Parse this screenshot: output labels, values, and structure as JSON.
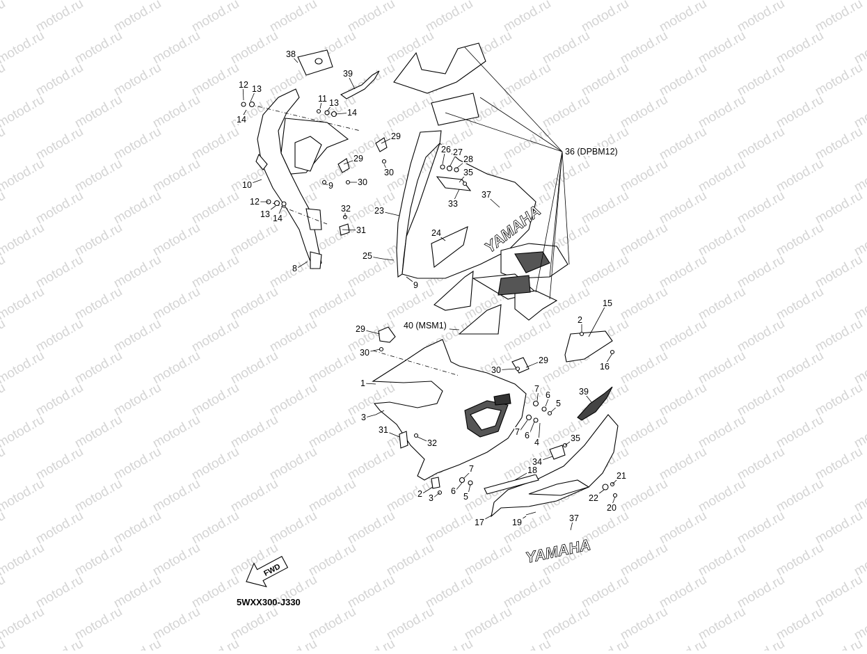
{
  "watermark": {
    "text": "motod.ru"
  },
  "diagram_code": "5WXX300-J330",
  "fwd_label": "FWD",
  "decal_text_upper": "YAMAHA",
  "decal_text_lower": "YAMAHA",
  "callouts": [
    {
      "id": "c38",
      "text": "38"
    },
    {
      "id": "c39a",
      "text": "39"
    },
    {
      "id": "c12a",
      "text": "12"
    },
    {
      "id": "c13a",
      "text": "13"
    },
    {
      "id": "c11",
      "text": "11"
    },
    {
      "id": "c13b",
      "text": "13"
    },
    {
      "id": "c14a",
      "text": "14"
    },
    {
      "id": "c14b",
      "text": "14"
    },
    {
      "id": "c29a",
      "text": "29"
    },
    {
      "id": "c29b",
      "text": "29"
    },
    {
      "id": "c30a",
      "text": "30"
    },
    {
      "id": "c30b",
      "text": "30"
    },
    {
      "id": "c9a",
      "text": "9"
    },
    {
      "id": "c10",
      "text": "10"
    },
    {
      "id": "c12b",
      "text": "12"
    },
    {
      "id": "c13c",
      "text": "13"
    },
    {
      "id": "c14c",
      "text": "14"
    },
    {
      "id": "c32a",
      "text": "32"
    },
    {
      "id": "c31a",
      "text": "31"
    },
    {
      "id": "c8",
      "text": "8"
    },
    {
      "id": "c26",
      "text": "26"
    },
    {
      "id": "c27",
      "text": "27"
    },
    {
      "id": "c28",
      "text": "28"
    },
    {
      "id": "c35a",
      "text": "35"
    },
    {
      "id": "c33",
      "text": "33"
    },
    {
      "id": "c37a",
      "text": "37"
    },
    {
      "id": "c36",
      "text": "36 (DPBM12)"
    },
    {
      "id": "c23",
      "text": "23"
    },
    {
      "id": "c24",
      "text": "24"
    },
    {
      "id": "c25",
      "text": "25"
    },
    {
      "id": "c9b",
      "text": "9"
    },
    {
      "id": "c29c",
      "text": "29"
    },
    {
      "id": "c40",
      "text": "40 (MSM1)"
    },
    {
      "id": "c30c",
      "text": "30"
    },
    {
      "id": "c2a",
      "text": "2"
    },
    {
      "id": "c15",
      "text": "15"
    },
    {
      "id": "c16",
      "text": "16"
    },
    {
      "id": "c30d",
      "text": "30"
    },
    {
      "id": "c29d",
      "text": "29"
    },
    {
      "id": "c1",
      "text": "1"
    },
    {
      "id": "c7a",
      "text": "7"
    },
    {
      "id": "c6a",
      "text": "6"
    },
    {
      "id": "c5a",
      "text": "5"
    },
    {
      "id": "c39b",
      "text": "39"
    },
    {
      "id": "c3a",
      "text": "3"
    },
    {
      "id": "c7b",
      "text": "7"
    },
    {
      "id": "c6b",
      "text": "6"
    },
    {
      "id": "c4",
      "text": "4"
    },
    {
      "id": "c31b",
      "text": "31"
    },
    {
      "id": "c32b",
      "text": "32"
    },
    {
      "id": "c35b",
      "text": "35"
    },
    {
      "id": "c34",
      "text": "34"
    },
    {
      "id": "c7c",
      "text": "7"
    },
    {
      "id": "c18",
      "text": "18"
    },
    {
      "id": "c21",
      "text": "21"
    },
    {
      "id": "c2b",
      "text": "2"
    },
    {
      "id": "c3b",
      "text": "3"
    },
    {
      "id": "c6c",
      "text": "6"
    },
    {
      "id": "c5b",
      "text": "5"
    },
    {
      "id": "c22",
      "text": "22"
    },
    {
      "id": "c20",
      "text": "20"
    },
    {
      "id": "c17",
      "text": "17"
    },
    {
      "id": "c19",
      "text": "19"
    },
    {
      "id": "c37b",
      "text": "37"
    }
  ]
}
